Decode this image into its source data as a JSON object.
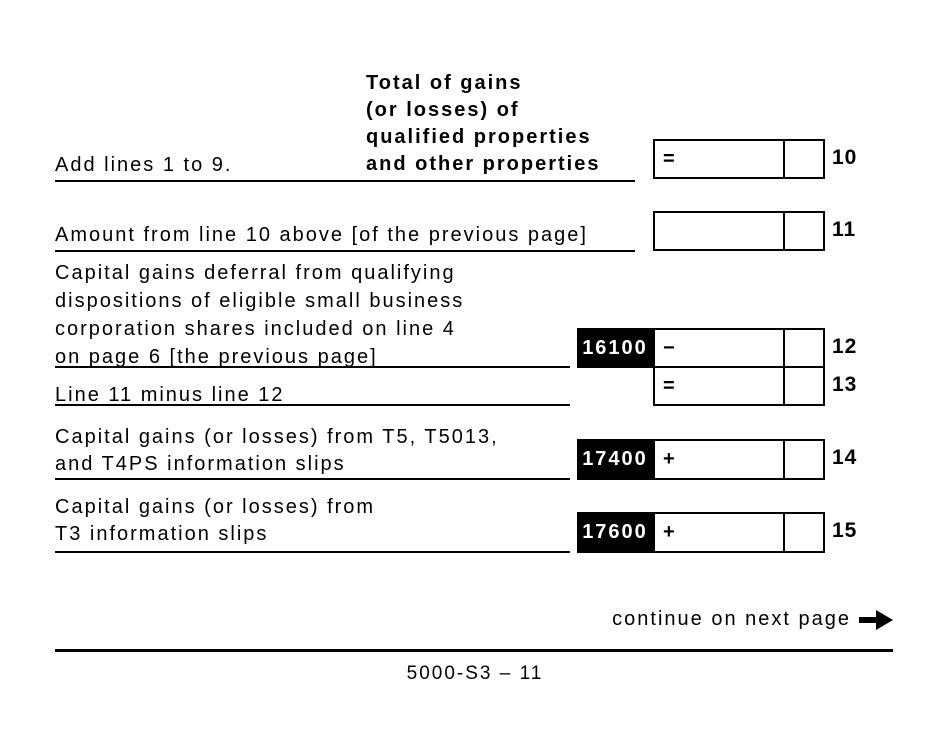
{
  "header_column": {
    "lines": [
      "Total of gains",
      "(or losses) of",
      "qualified properties",
      "and other properties"
    ]
  },
  "rows": {
    "r10": {
      "label": "Add lines 1 to 9.",
      "operator": "=",
      "number": "10"
    },
    "r11": {
      "label": "Amount from line 10 above [of the previous page]",
      "operator": "",
      "number": "11"
    },
    "r12": {
      "label_lines": [
        "Capital gains deferral from qualifying",
        "dispositions of eligible small business",
        "corporation shares included on line 4",
        "on page 6 [the previous page]"
      ],
      "code": "16100",
      "operator": "−",
      "number": "12"
    },
    "r13": {
      "label": "Line 11 minus line 12",
      "operator": "=",
      "number": "13"
    },
    "r14": {
      "label_lines": [
        "Capital gains (or losses) from T5, T5013,",
        "and T4PS information slips"
      ],
      "code": "17400",
      "operator": "+",
      "number": "14"
    },
    "r15": {
      "label_lines": [
        "Capital gains (or losses) from",
        "T3 information slips"
      ],
      "code": "17600",
      "operator": "+",
      "number": "15"
    }
  },
  "footer": {
    "continue_text": "continue on next page",
    "page_id": "5000-S3 – 11"
  },
  "colors": {
    "ink": "#000000",
    "paper": "#ffffff"
  }
}
